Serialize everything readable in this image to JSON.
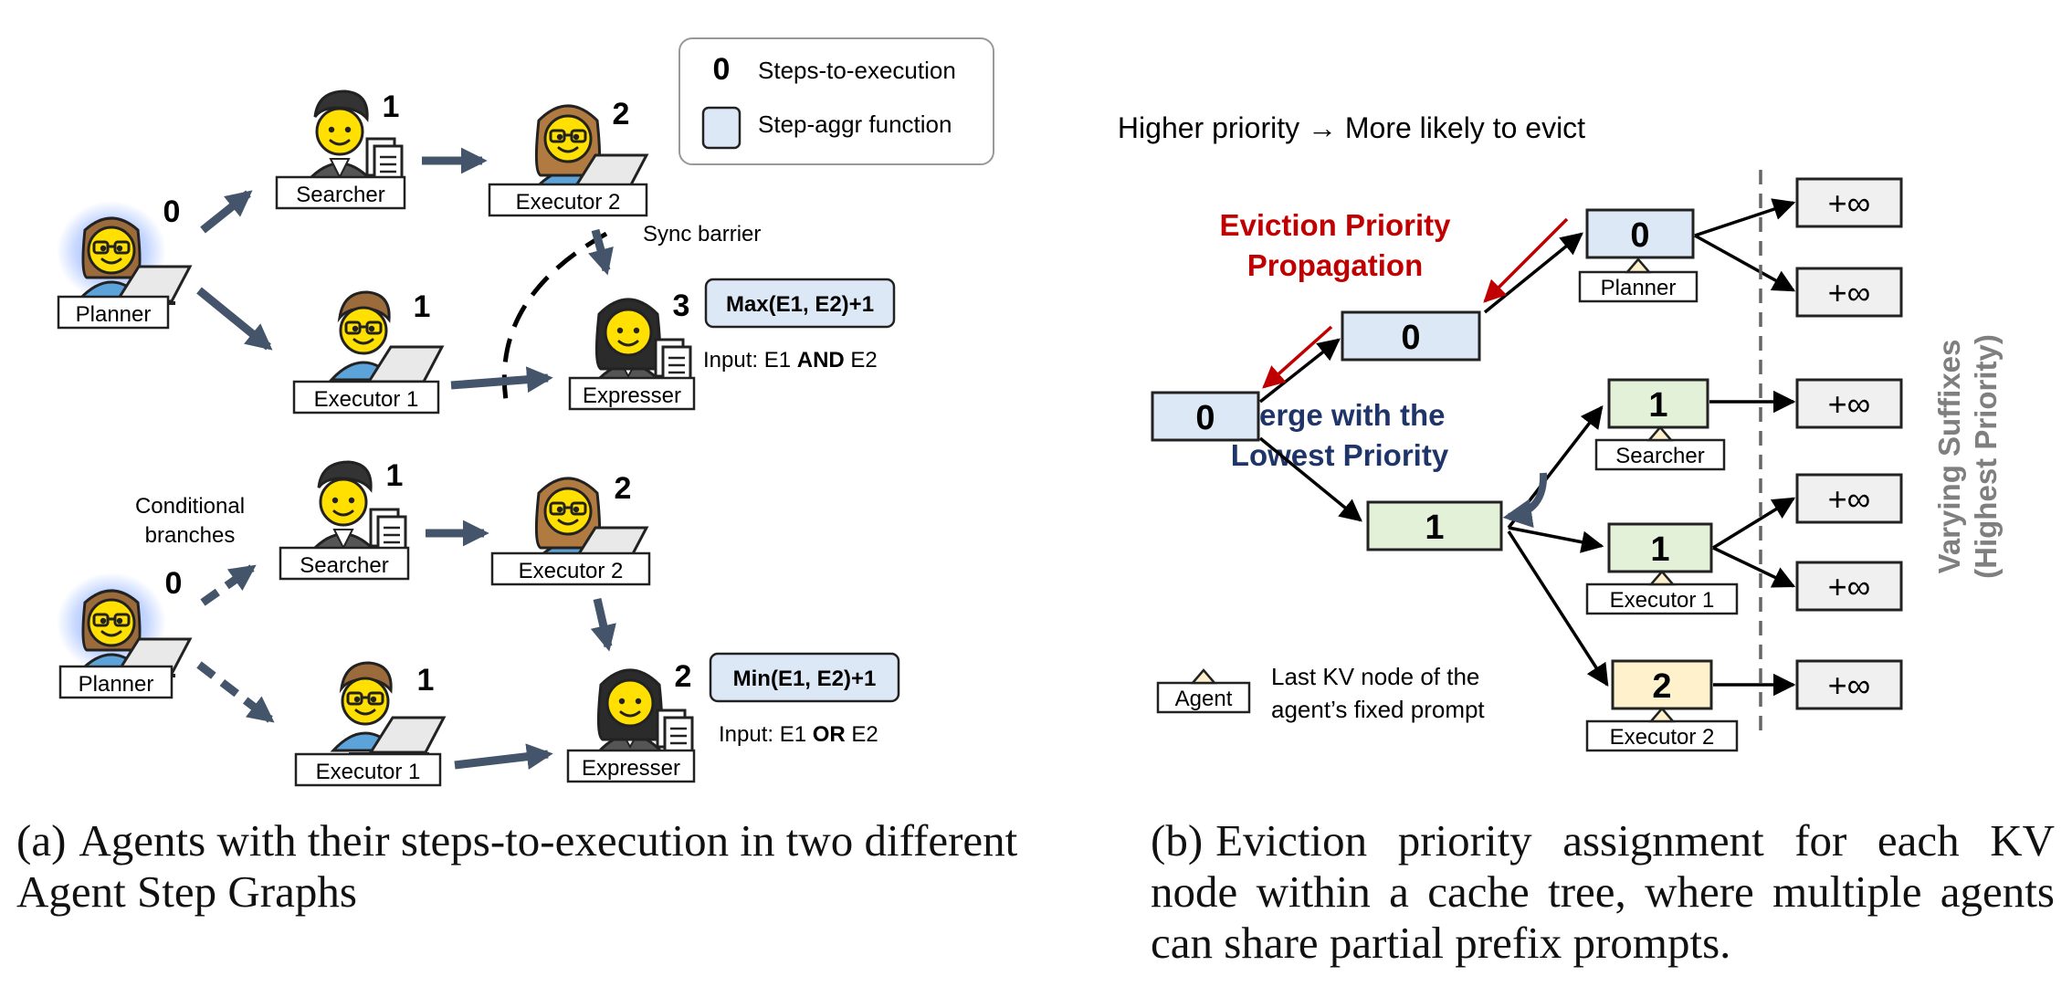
{
  "legend": {
    "num_sample": "0",
    "num_label": "Steps-to-execution",
    "box_label": "Step-aggr function"
  },
  "graph_a": {
    "planner": {
      "label": "Planner",
      "num": "0"
    },
    "searcher": {
      "label": "Searcher",
      "num": "1"
    },
    "executor1": {
      "label": "Executor 1",
      "num": "1"
    },
    "executor2": {
      "label": "Executor 2",
      "num": "2"
    },
    "expresser": {
      "label": "Expresser",
      "num": "3"
    },
    "sync_barrier": "Sync barrier",
    "func": "Max(E1, E2)+1",
    "input_pre": "Input: E1 ",
    "input_op": "AND",
    "input_post": " E2"
  },
  "graph_b": {
    "cond_line1": "Conditional",
    "cond_line2": "branches",
    "planner": {
      "label": "Planner",
      "num": "0"
    },
    "searcher": {
      "label": "Searcher",
      "num": "1"
    },
    "executor1": {
      "label": "Executor 1",
      "num": "1"
    },
    "executor2": {
      "label": "Executor 2",
      "num": "2"
    },
    "expresser": {
      "label": "Expresser",
      "num": "2"
    },
    "func": "Min(E1, E2)+1",
    "input_pre": "Input: E1 ",
    "input_op": "OR",
    "input_post": " E2"
  },
  "tree": {
    "top_label": "Higher priority → More likely to evict",
    "propagation_line1": "Eviction Priority",
    "propagation_line2": "Propagation",
    "merge_line1": "Merge with the",
    "merge_line2": "Lowest Priority",
    "root": "0",
    "mid_top": "0",
    "mid_bottom": "1",
    "planner_node": "0",
    "searcher_node": "1",
    "executor1_node": "1",
    "executor2_node": "2",
    "tag_planner": "Planner",
    "tag_searcher": "Searcher",
    "tag_executor1": "Executor 1",
    "tag_executor2": "Executor 2",
    "inf": "+∞",
    "side_line1": "Varying Suffixes",
    "side_line2": "(Highest Priority)",
    "legend_tag": "Agent",
    "legend_line1": "Last KV node of the",
    "legend_line2": "agent’s fixed prompt"
  },
  "captions": {
    "a_tag": "(a)",
    "a_text": "Agents with their steps-to-execution in two different Agent Step Graphs",
    "b_tag": "(b)",
    "b_text": "Eviction priority assignment for each KV node within a cache tree, where multiple agents can share partial prefix prompts."
  },
  "colors": {
    "arrow": "#44546a",
    "func_fill": "#dde8f6",
    "node_blue": "#dce8f6",
    "node_green": "#e3f1d9",
    "node_yellow": "#fff1cc",
    "node_gray": "#f0f0f0",
    "red": "#c00000",
    "navy": "#1f3468",
    "side_text": "#7f7f7f",
    "glow": "#7fa6ff"
  }
}
